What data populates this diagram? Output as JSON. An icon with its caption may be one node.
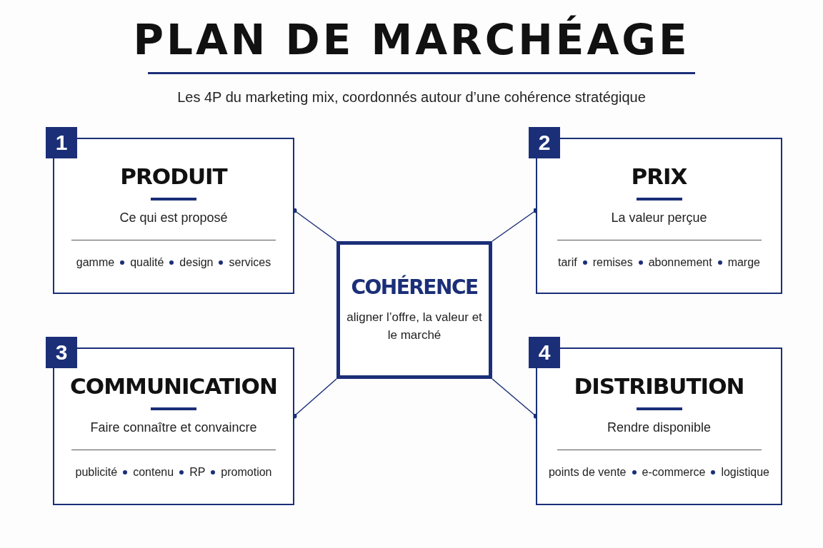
{
  "diagram": {
    "title": "PLAN DE MARCHÉAGE",
    "nodes": [
      {
        "text": [
          "1"
        ]
      },
      {
        "text": [
          "PRODUIT",
          "Ce qui est proposé",
          "gamme",
          "qualité",
          "design",
          "services"
        ]
      },
      {
        "text": [
          "2"
        ]
      },
      {
        "text": [
          "PRIX",
          "La valeur perçue",
          "tarif",
          "remises",
          "abonnement",
          "marge"
        ]
      },
      {
        "text": [
          "COHÉRENCE",
          "aligner l’offre, la valeur et le marché"
        ]
      },
      {
        "text": [
          "3"
        ]
      },
      {
        "text": [
          "COMMUNICATION",
          "Faire connaître et convaincre",
          "publicité",
          "contenu",
          "RP",
          "promotion"
        ]
      },
      {
        "text": [
          "4"
        ]
      },
      {
        "text": [
          "DISTRIBUTION",
          "Rendre disponible",
          "points de vente",
          "e-commerce",
          "logistique"
        ]
      }
    ],
    "edges": [
      {
        "from": 4,
        "to": 1,
        "arrow": "other"
      },
      {
        "from": 4,
        "to": 3,
        "arrow": "other"
      },
      {
        "from": 4,
        "to": 6,
        "arrow": "other"
      },
      {
        "from": 4,
        "to": 8,
        "arrow": "other"
      }
    ],
    "labels": [
      "Les 4P du marketing mix, coordonnés autour d’une cohérence stratégique"
    ]
  }
}
